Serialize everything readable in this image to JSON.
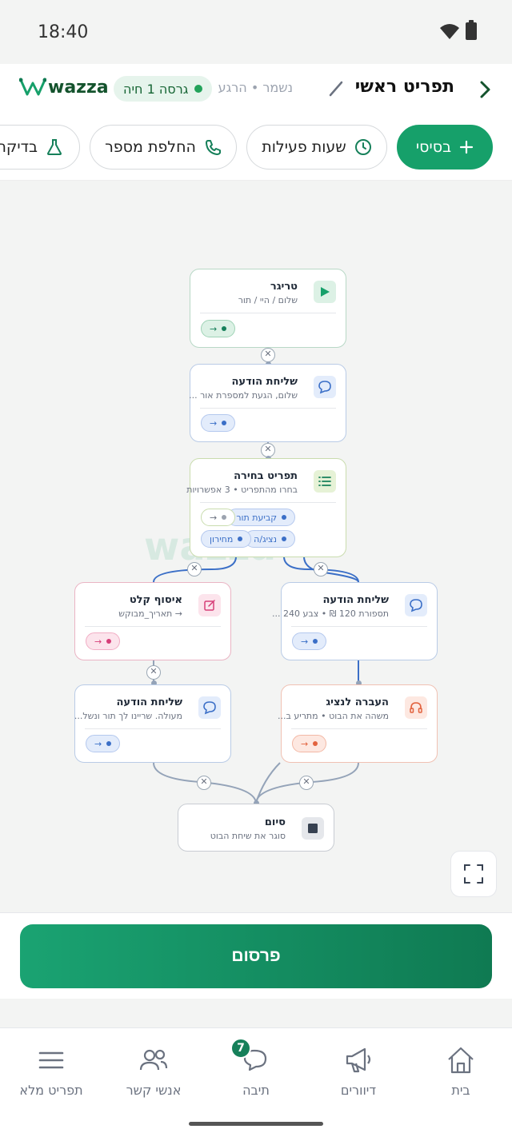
{
  "status": {
    "time": "18:40"
  },
  "header": {
    "title": "תפריט ראשי",
    "saved": "נשמר • הרגע",
    "version_badge": "גרסה 1 חיה",
    "logo_text": "wazza"
  },
  "chips": [
    {
      "label": "בסיסי",
      "icon": "plus-icon"
    },
    {
      "label": "שעות פעילות",
      "icon": "clock-icon"
    },
    {
      "label": "החלפת מספר",
      "icon": "phone-icon"
    },
    {
      "label": "בדיקה",
      "icon": "flask-icon"
    }
  ],
  "canvas": {
    "watermark": "wazza",
    "nodes": {
      "trigger": {
        "title": "טריגר",
        "subtitle": "שלום / היי / תור",
        "port": "→"
      },
      "msg1": {
        "title": "שליחת הודעה",
        "subtitle": "שלום, הגעת למספרת אור ...",
        "port": "→"
      },
      "menu": {
        "title": "תפריט בחירה",
        "subtitle": "בחרו מהתפריט • 3 אפשרויות",
        "ports": [
          "קביעת תור",
          "→",
          "נציג/ה",
          "מחירון"
        ]
      },
      "msg2": {
        "title": "שליחת הודעה",
        "subtitle": "תספורת 120 ₪ • צבע 240 ...",
        "port": "→"
      },
      "input": {
        "title": "איסוף קלט",
        "subtitle": "→ תאריך_מבוקש",
        "port": "→"
      },
      "msg3": {
        "title": "שליחת הודעה",
        "subtitle": "מעולה. שריינו לך תור ונשל...",
        "port": "→"
      },
      "handoff": {
        "title": "העברה לנציג",
        "subtitle": "משהה את הבוט • מתריע ב...",
        "port": "→"
      },
      "end": {
        "title": "סיום",
        "subtitle": "סוגר את שיחת הבוט"
      }
    }
  },
  "publish": {
    "label": "פרסום"
  },
  "nav": [
    {
      "label": "בית",
      "icon": "home-icon"
    },
    {
      "label": "דיוורים",
      "icon": "megaphone-icon"
    },
    {
      "label": "תיבה",
      "icon": "chat-icon",
      "badge": "7"
    },
    {
      "label": "אנשי קשר",
      "icon": "contacts-icon"
    },
    {
      "label": "תפריט מלא",
      "icon": "menu-icon"
    }
  ],
  "colors": {
    "brand": "#16a06a",
    "brand_dark": "#0f7a52",
    "trigger_border": "#b8d8c6",
    "message_border": "#b9cbe6",
    "menu_border": "#c9dcae",
    "input_border": "#eab4c4",
    "handoff_border": "#f0c1b3",
    "end_border": "#c8ccd2"
  }
}
